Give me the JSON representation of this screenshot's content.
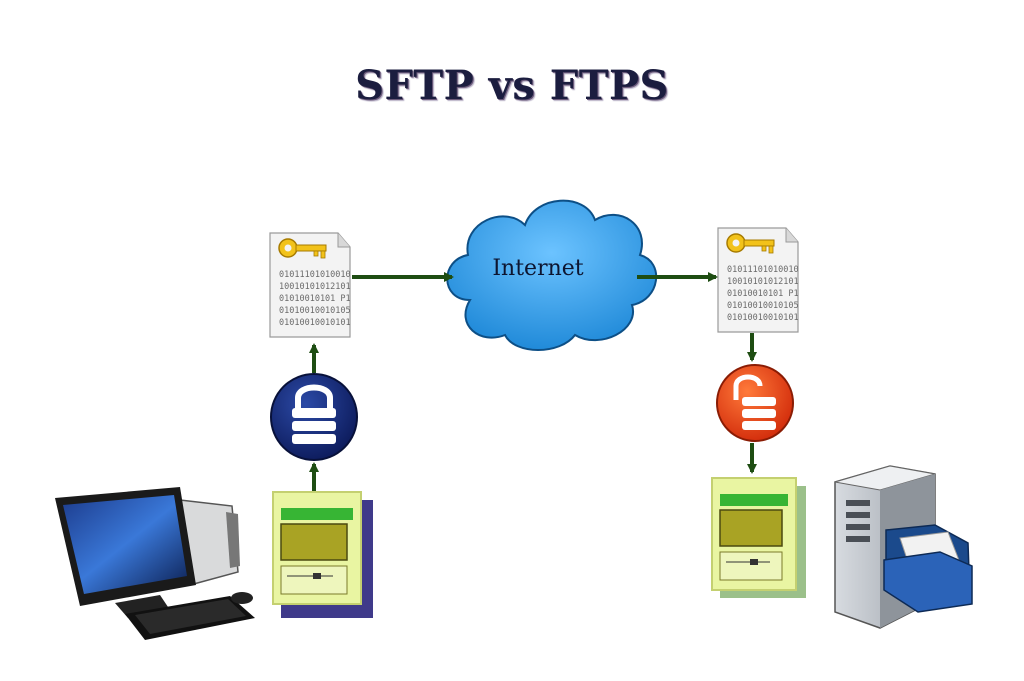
{
  "diagram": {
    "title": "SFTP vs FTPS",
    "cloud_label": "Internet",
    "binary_lines": [
      "01011101010010",
      "10010101012101",
      "01010010101 P1",
      "01010010010105",
      "01010010010101"
    ]
  },
  "colors": {
    "arrow": "#1e4d12",
    "cloud": "#1f8fe0",
    "lock_closed_bg": "#0f1f66",
    "lock_open_bg": "#e0340d",
    "doc_frame": "#e9f5a2",
    "doc_header": "#37b534",
    "doc_screen": "#a9a324"
  },
  "icons": [
    "key-icon",
    "closed-lock-icon",
    "open-lock-icon",
    "computer-icon",
    "server-icon",
    "folder-icon",
    "cloud-icon",
    "document-icon"
  ]
}
